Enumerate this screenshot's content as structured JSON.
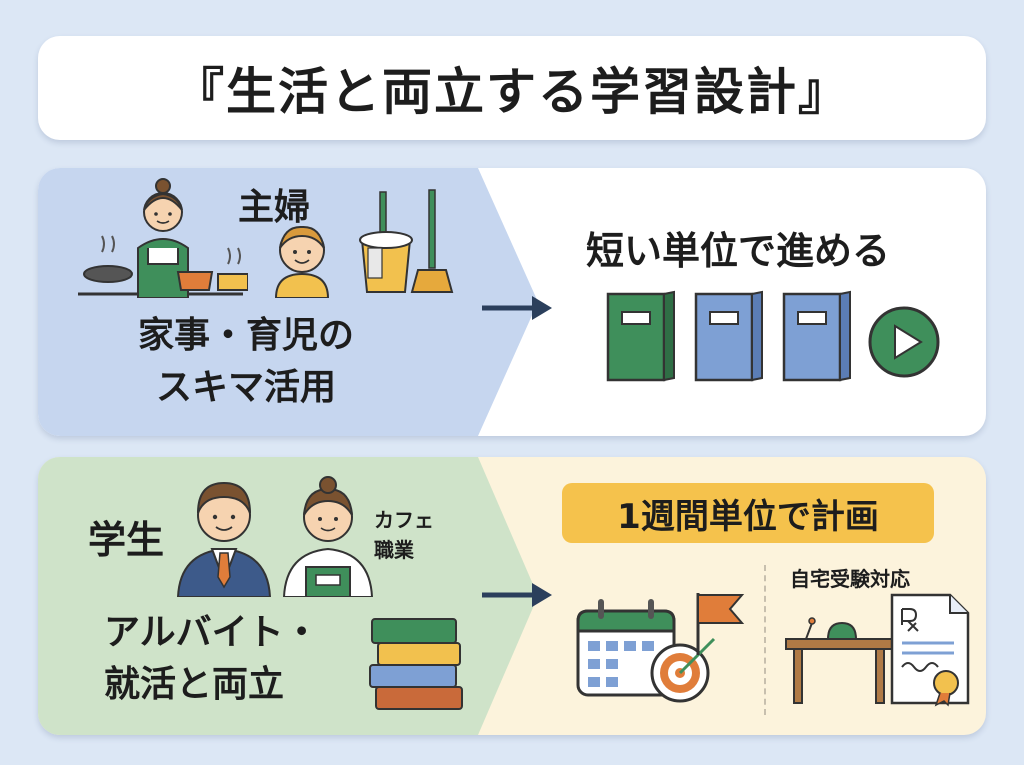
{
  "title": "『生活と両立する学習設計』",
  "colors": {
    "background": "#dce7f5",
    "panel1_left": "#c6d6ef",
    "panel2_left": "#cfe3c9",
    "badge": "#f5c24c",
    "green": "#3f8f5b",
    "blue": "#7ea0d4",
    "arrow": "#2b3f5c"
  },
  "housewife_section": {
    "label": "主婦",
    "left_text_line1": "家事・育児の",
    "left_text_line2": "スキマ活用",
    "right_text": "短い単位で進める",
    "icons": [
      "woman-cooking-icon",
      "child-icon",
      "cleaning-tools-icon",
      "green-book-icon",
      "blue-book-icon",
      "blue-book-icon",
      "play-icon"
    ]
  },
  "student_section": {
    "label": "学生",
    "cafe_line1": "カフェ",
    "cafe_line2": "職業",
    "left_text_line1": "アルバイト・",
    "left_text_line2": "就活と両立",
    "badge_text": "1週間単位で計画",
    "home_exam_text": "自宅受験対応",
    "icons": [
      "businessman-icon",
      "cafe-worker-icon",
      "book-stack-icon",
      "calendar-target-icon",
      "desk-icon",
      "certificate-icon"
    ]
  }
}
